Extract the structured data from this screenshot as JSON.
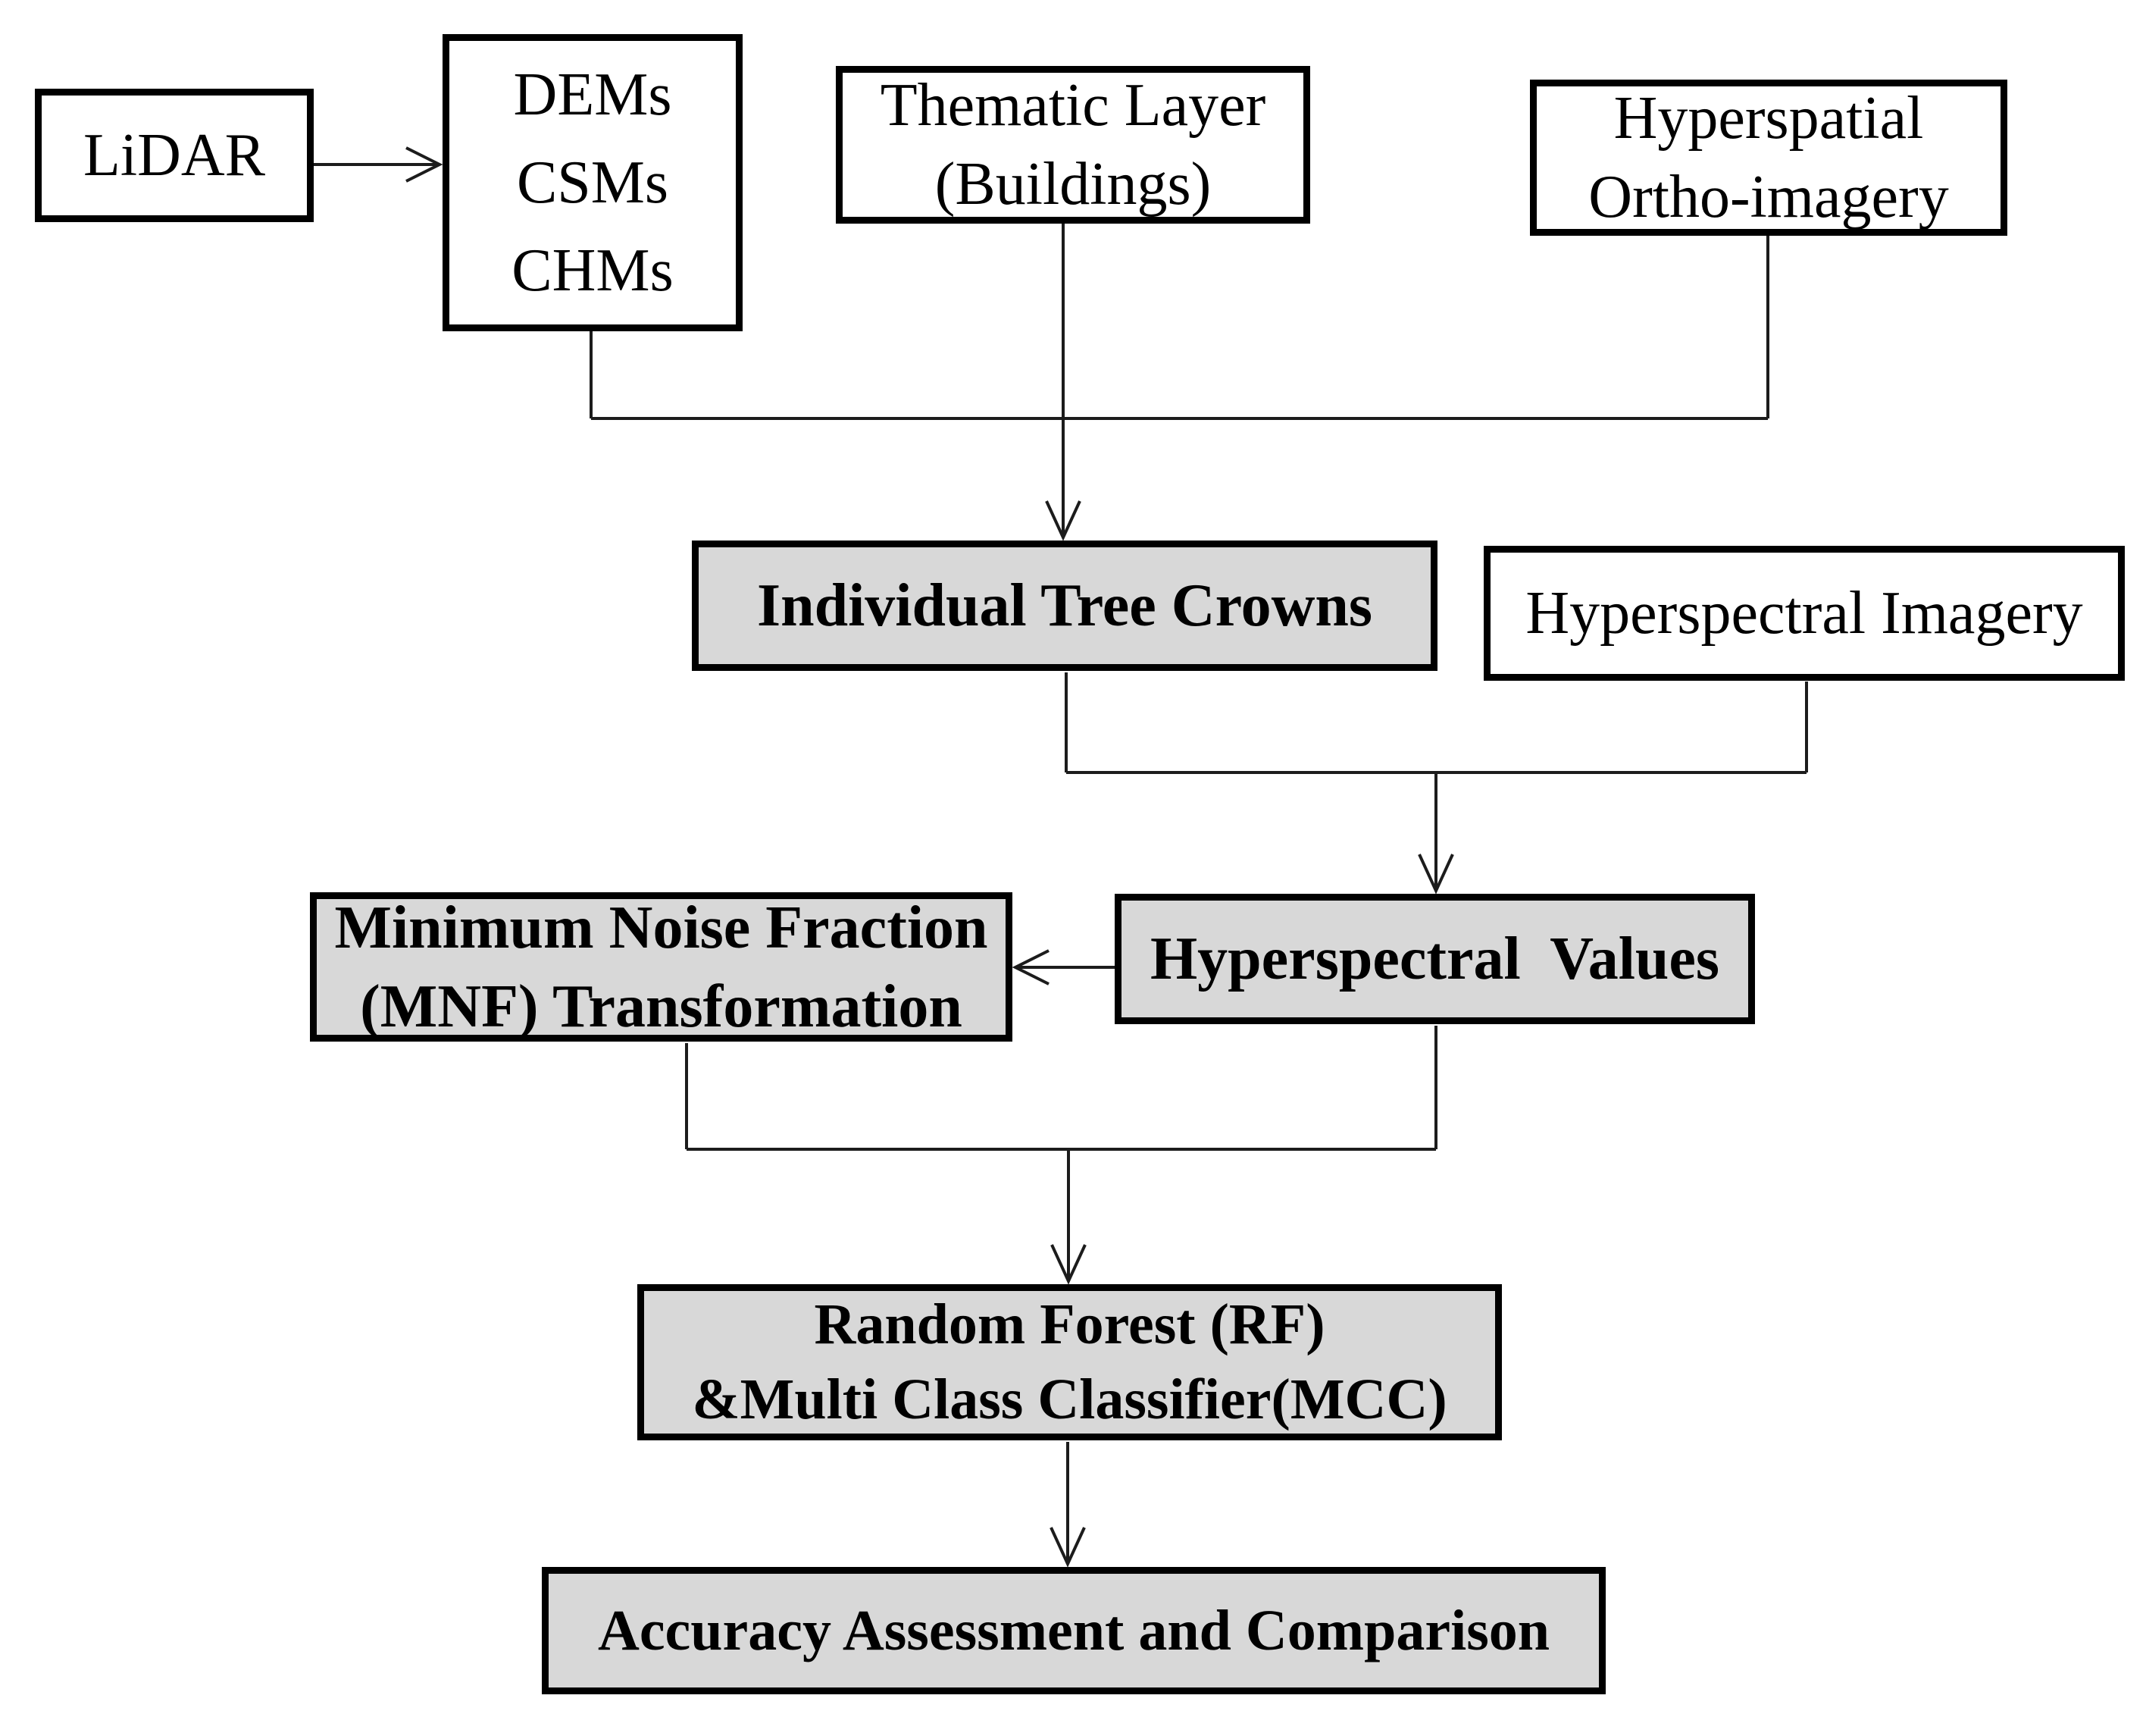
{
  "diagram": {
    "type": "flowchart",
    "boxes": {
      "lidar": {
        "label": "LiDAR",
        "fill": "white"
      },
      "dems_csms_chms": {
        "label": "DEMs\nCSMs\nCHMs",
        "fill": "white"
      },
      "thematic_layer": {
        "label": "Thematic Layer\n(Buildings)",
        "fill": "white"
      },
      "hyperspatial_ortho": {
        "label": "Hyperspatial\nOrtho-imagery",
        "fill": "white"
      },
      "individual_tree_crowns": {
        "label": "Individual Tree Crowns",
        "fill": "gray"
      },
      "hyperspectral_imagery": {
        "label": "Hyperspectral Imagery",
        "fill": "white"
      },
      "mnf_transformation": {
        "label": "Minimum Noise Fraction\n(MNF) Transformation",
        "fill": "gray"
      },
      "hyperspectral_values": {
        "label": "Hyperspectral  Values",
        "fill": "gray"
      },
      "rf_mcc": {
        "label": "Random Forest (RF)\n&Multi Class Classifier(MCC)",
        "fill": "gray"
      },
      "accuracy_assessment": {
        "label": "Accuracy Assessment and Comparison",
        "fill": "gray"
      }
    },
    "edges": [
      {
        "from": "lidar",
        "to": "dems_csms_chms",
        "style": "arrow"
      },
      {
        "from": "dems_csms_chms",
        "to": "individual_tree_crowns",
        "style": "merge-line"
      },
      {
        "from": "thematic_layer",
        "to": "individual_tree_crowns",
        "style": "arrow"
      },
      {
        "from": "hyperspatial_ortho",
        "to": "individual_tree_crowns",
        "style": "merge-line"
      },
      {
        "from": "individual_tree_crowns",
        "to": "hyperspectral_values",
        "style": "merge-arrow"
      },
      {
        "from": "hyperspectral_imagery",
        "to": "hyperspectral_values",
        "style": "merge-arrow"
      },
      {
        "from": "hyperspectral_values",
        "to": "mnf_transformation",
        "style": "arrow"
      },
      {
        "from": "mnf_transformation",
        "to": "rf_mcc",
        "style": "merge-arrow"
      },
      {
        "from": "hyperspectral_values",
        "to": "rf_mcc",
        "style": "merge-arrow"
      },
      {
        "from": "rf_mcc",
        "to": "accuracy_assessment",
        "style": "arrow"
      }
    ],
    "colors": {
      "box_border": "#000000",
      "shaded_fill": "#d8d8d8",
      "plain_fill": "#ffffff",
      "connector": "#1c1c1c",
      "text": "#000000"
    }
  }
}
